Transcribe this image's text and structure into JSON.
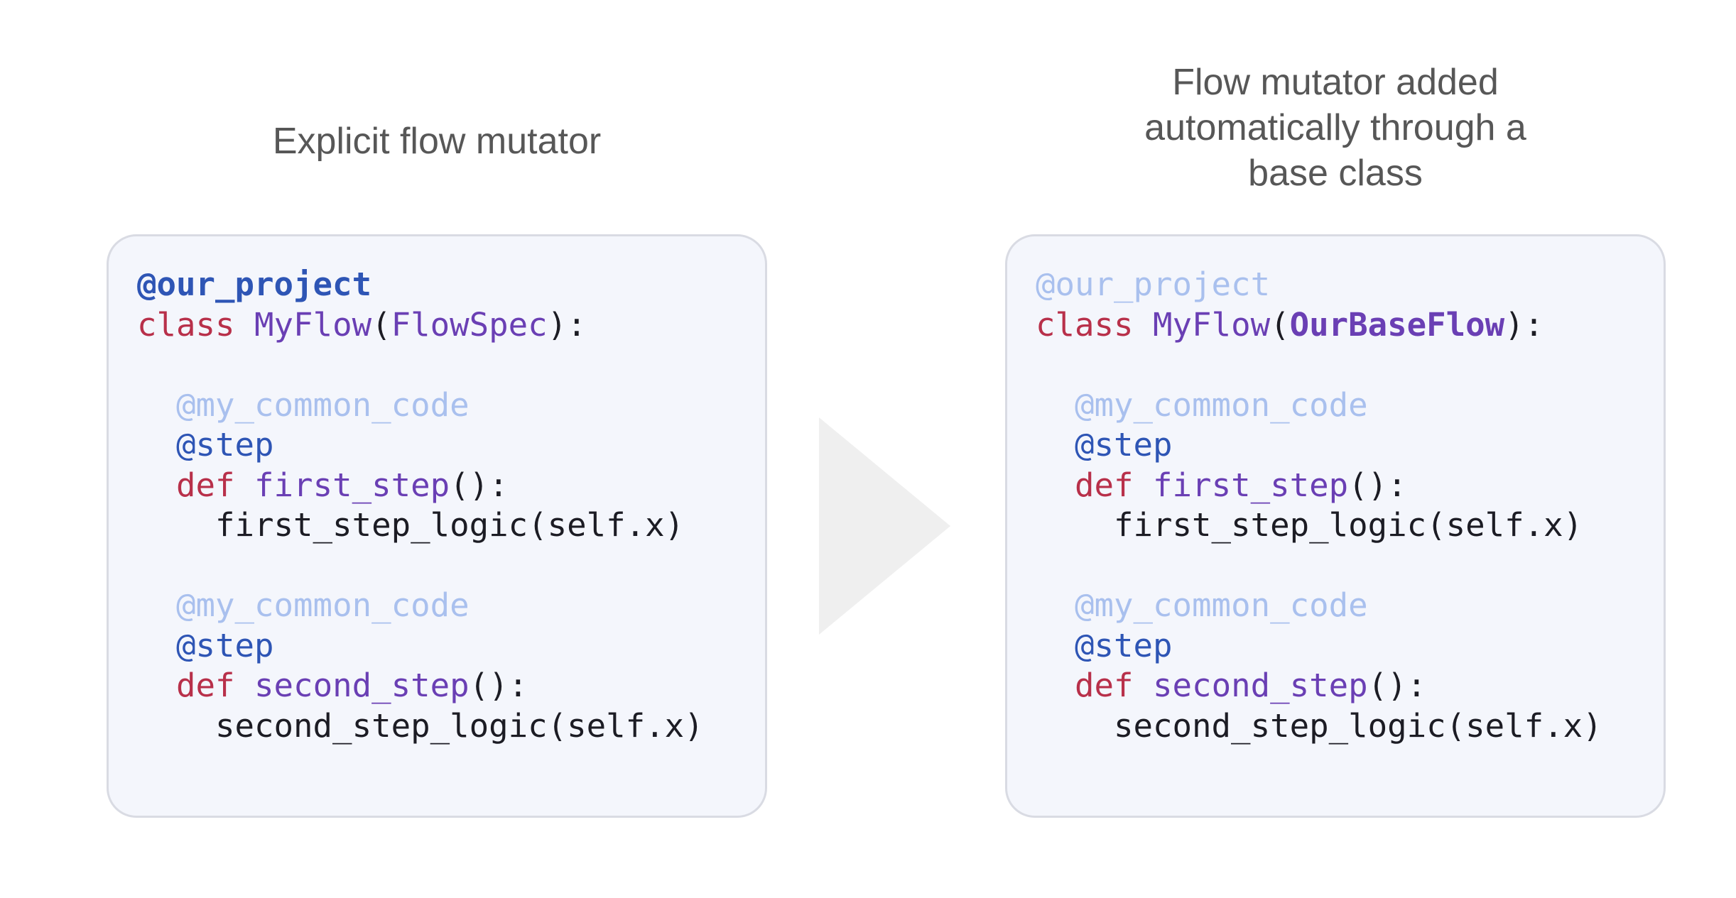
{
  "headings": {
    "left": [
      "Explicit flow mutator"
    ],
    "right": [
      "Flow mutator added",
      "automatically through a",
      "base class"
    ]
  },
  "panels": {
    "left": {
      "lines": [
        [
          {
            "text": "@our_project",
            "style": "deco-strong"
          }
        ],
        [
          {
            "text": "class ",
            "style": "keyword"
          },
          {
            "text": "MyFlow",
            "style": "name"
          },
          {
            "text": "(",
            "style": "plain"
          },
          {
            "text": "FlowSpec",
            "style": "name"
          },
          {
            "text": "):",
            "style": "plain"
          }
        ],
        [],
        [
          {
            "text": "  ",
            "style": "plain"
          },
          {
            "text": "@my_common_code",
            "style": "deco-dim"
          }
        ],
        [
          {
            "text": "  ",
            "style": "plain"
          },
          {
            "text": "@step",
            "style": "deco"
          }
        ],
        [
          {
            "text": "  ",
            "style": "plain"
          },
          {
            "text": "def ",
            "style": "keyword"
          },
          {
            "text": "first_step",
            "style": "name"
          },
          {
            "text": "():",
            "style": "plain"
          }
        ],
        [
          {
            "text": "    first_step_logic(self.x)",
            "style": "plain"
          }
        ],
        [],
        [
          {
            "text": "  ",
            "style": "plain"
          },
          {
            "text": "@my_common_code",
            "style": "deco-dim"
          }
        ],
        [
          {
            "text": "  ",
            "style": "plain"
          },
          {
            "text": "@step",
            "style": "deco"
          }
        ],
        [
          {
            "text": "  ",
            "style": "plain"
          },
          {
            "text": "def ",
            "style": "keyword"
          },
          {
            "text": "second_step",
            "style": "name"
          },
          {
            "text": "():",
            "style": "plain"
          }
        ],
        [
          {
            "text": "    second_step_logic(self.x)",
            "style": "plain"
          }
        ]
      ]
    },
    "right": {
      "lines": [
        [
          {
            "text": "@our_project",
            "style": "deco-dim"
          }
        ],
        [
          {
            "text": "class ",
            "style": "keyword"
          },
          {
            "text": "MyFlow",
            "style": "name"
          },
          {
            "text": "(",
            "style": "plain"
          },
          {
            "text": "OurBaseFlow",
            "style": "name-bold"
          },
          {
            "text": "):",
            "style": "plain"
          }
        ],
        [],
        [
          {
            "text": "  ",
            "style": "plain"
          },
          {
            "text": "@my_common_code",
            "style": "deco-dim"
          }
        ],
        [
          {
            "text": "  ",
            "style": "plain"
          },
          {
            "text": "@step",
            "style": "deco"
          }
        ],
        [
          {
            "text": "  ",
            "style": "plain"
          },
          {
            "text": "def ",
            "style": "keyword"
          },
          {
            "text": "first_step",
            "style": "name"
          },
          {
            "text": "():",
            "style": "plain"
          }
        ],
        [
          {
            "text": "    first_step_logic(self.x)",
            "style": "plain"
          }
        ],
        [],
        [
          {
            "text": "  ",
            "style": "plain"
          },
          {
            "text": "@my_common_code",
            "style": "deco-dim"
          }
        ],
        [
          {
            "text": "  ",
            "style": "plain"
          },
          {
            "text": "@step",
            "style": "deco"
          }
        ],
        [
          {
            "text": "  ",
            "style": "plain"
          },
          {
            "text": "def ",
            "style": "keyword"
          },
          {
            "text": "second_step",
            "style": "name"
          },
          {
            "text": "():",
            "style": "plain"
          }
        ],
        [
          {
            "text": "    second_step_logic(self.x)",
            "style": "plain"
          }
        ]
      ]
    }
  },
  "colors": {
    "heading_text": "#575757",
    "panel_background": "#f4f6fc",
    "panel_border": "#d9dbe3",
    "decorator": "#2e55b5",
    "decorator_dimmed": "#a9c0ee",
    "keyword": "#b8304a",
    "identifier": "#6a3fb4",
    "code_text": "#1c1c24",
    "arrow": "#efefef"
  },
  "icons": {
    "arrow": "right-triangle-arrow-icon"
  }
}
